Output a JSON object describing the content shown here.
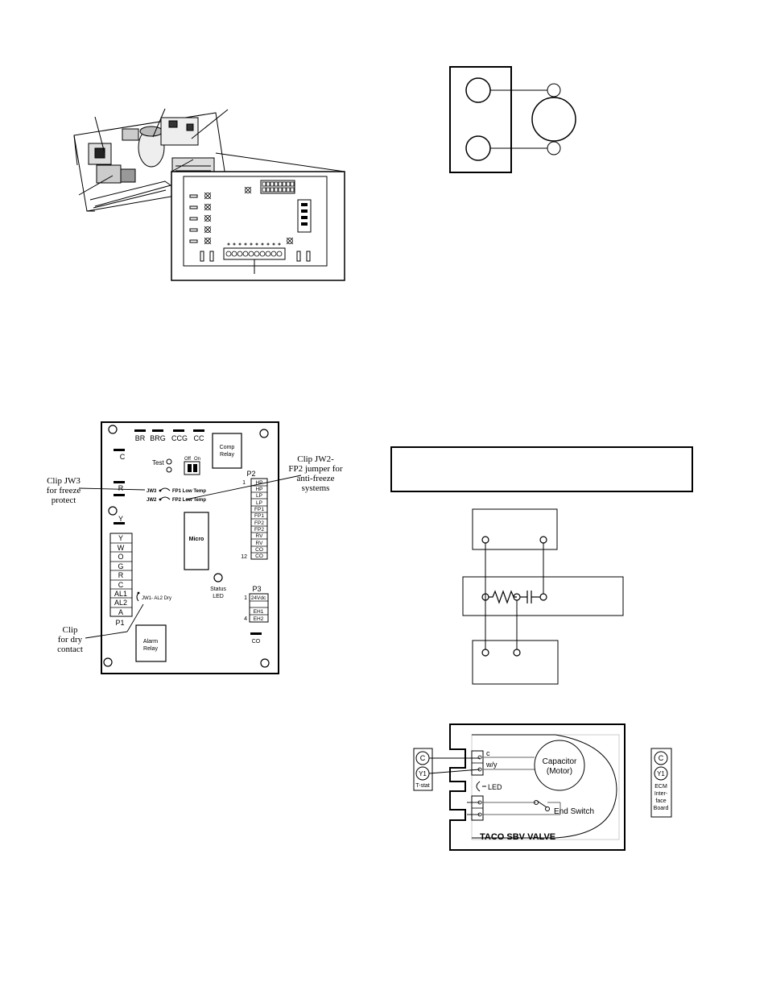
{
  "control_board": {
    "leds": [
      "BR",
      "BRG",
      "CCG",
      "CC"
    ],
    "left_markers": [
      "C",
      "R",
      "Y"
    ],
    "test_label": "Test",
    "switch_off": "Off",
    "switch_on": "On",
    "comp_relay": [
      "Comp",
      "Relay"
    ],
    "micro": "Micro",
    "status_led": [
      "Status",
      "LED"
    ],
    "alarm_relay": [
      "Alarm",
      "Relay"
    ],
    "jw3": "JW3",
    "jw3_text": "FP1 Low Temp",
    "jw2": "JW2",
    "jw2_text": "FP2 Low Temp",
    "jw1_text": "JW1- AL2 Dry",
    "p1_label": "P1",
    "p1_terminals": [
      "Y",
      "W",
      "O",
      "G",
      "R",
      "C",
      "AL1",
      "AL2",
      "A"
    ],
    "p2_label": "P2",
    "p2_first": "1",
    "p2_last": "12",
    "p2_terminals": [
      "HP",
      "HP",
      "LP",
      "LP",
      "FP1",
      "FP1",
      "FP2",
      "FP2",
      "RV",
      "RV",
      "CO",
      "CO"
    ],
    "p3_label": "P3",
    "p3_first": "1",
    "p3_last": "4",
    "p3_terminals": [
      "24Vdc",
      "",
      "EH1",
      "EH2"
    ],
    "co_label": "CO",
    "callout_jw3": [
      "Clip JW3",
      "for freeze",
      "protect"
    ],
    "callout_jw2": [
      "Clip JW2-",
      "FP2 jumper for",
      "anti-freeze",
      "systems"
    ],
    "callout_dry": [
      "Clip",
      "for dry",
      "contact"
    ]
  },
  "taco_valve": {
    "title": "TACO SBV VALVE",
    "wire_c": "c",
    "wire_wy": "w/y",
    "led": "LED",
    "capacitor": [
      "Capacitor",
      "(Motor)"
    ],
    "end_switch": "End Switch",
    "tstat_terminals": [
      "C",
      "Y1"
    ],
    "tstat_label": "T-stat",
    "ecm_terminals": [
      "C",
      "Y1"
    ],
    "ecm_label": [
      "ECM",
      "Inter-",
      "face",
      "Board"
    ]
  }
}
